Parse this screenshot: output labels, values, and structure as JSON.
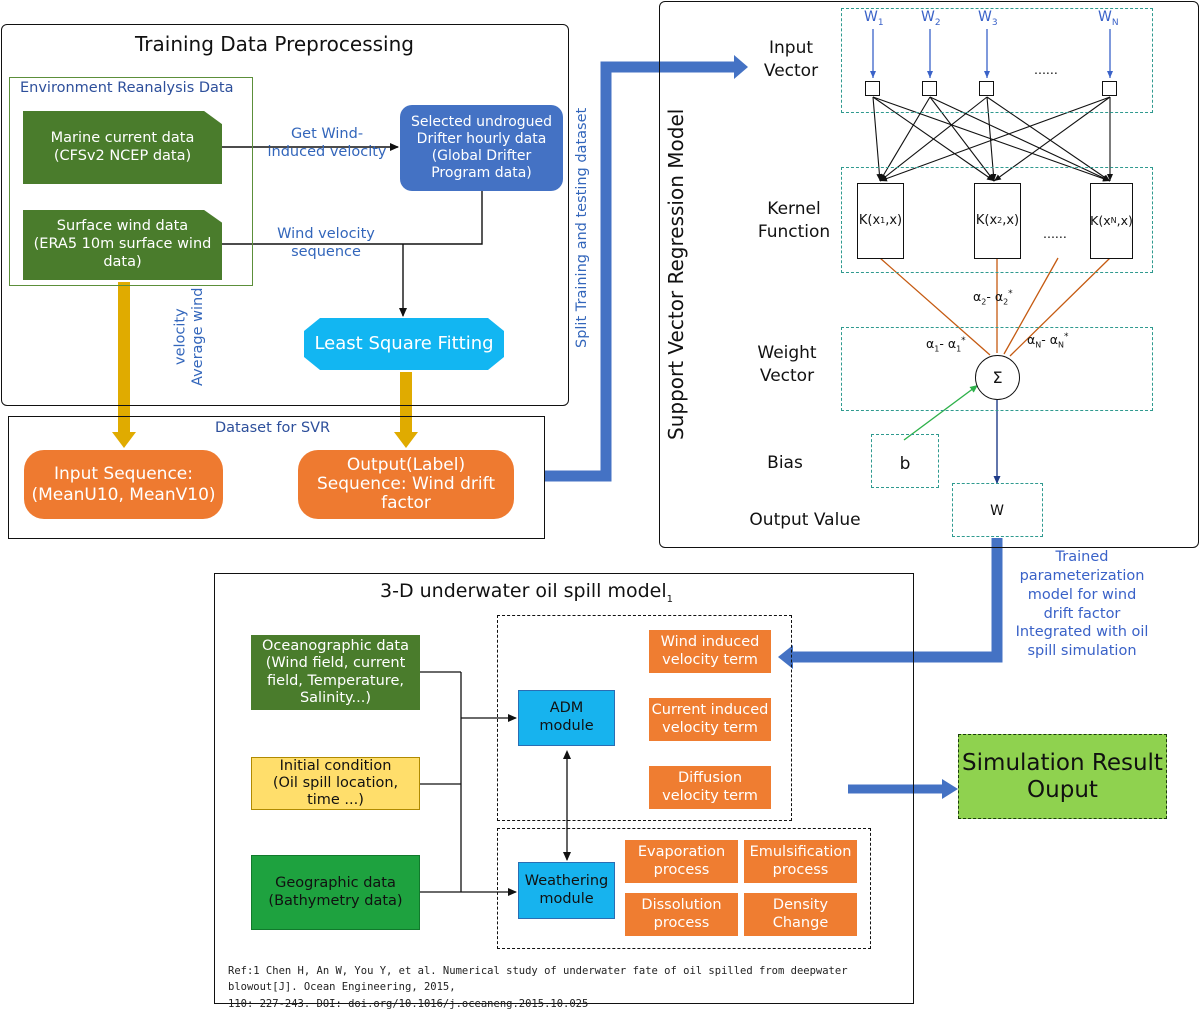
{
  "preprocess": {
    "title": "Training Data Preprocessing",
    "env_title": "Environment Reanalysis Data",
    "marine_l1": "Marine current data",
    "marine_l2": "(CFSv2 NCEP data)",
    "wind_l1": "Surface wind data",
    "wind_l2": "(ERA5 10m surface wind",
    "wind_l3": "data)",
    "get_wind_l1": "Get Wind-",
    "get_wind_l2": "induced velocity",
    "drifter_l1": "Selected undrogued",
    "drifter_l2": "Drifter hourly data",
    "drifter_l3": "(Global Drifter",
    "drifter_l4": "Program data)",
    "wind_seq_l1": "Wind velocity",
    "wind_seq_l2": "sequence",
    "lsf": "Least Square Fitting",
    "avg_wind_l1": "Average wind",
    "avg_wind_l2": "velocity"
  },
  "dataset": {
    "title": "Dataset for SVR",
    "input_l1": "Input Sequence:",
    "input_l2": "(MeanU10, MeanV10)",
    "output_l1": "Output(Label)",
    "output_l2": "Sequence: Wind drift",
    "output_l3": "factor"
  },
  "split_label": "Split Training and testing dataset",
  "svr": {
    "title": "Support Vector Regression Model",
    "input_vector_l1": "Input",
    "input_vector_l2": "Vector",
    "kernel_l1": "Kernel",
    "kernel_l2": "Function",
    "weight_l1": "Weight",
    "weight_l2": "Vector",
    "bias_label": "Bias",
    "output_label": "Output Value",
    "w_labels": [
      "W",
      "W",
      "W",
      "W"
    ],
    "w_subs": [
      "1",
      "2",
      "3",
      "N"
    ],
    "input_dots": "......",
    "kernel_text": "K(x",
    "kernel_subs": [
      "1",
      "2",
      "N"
    ],
    "kernel_suffix": ",x)",
    "kernel_dots": "......",
    "alpha_2": "α",
    "alpha_2_sub": "2",
    "alpha_2_mid": "- α",
    "alpha_2_sub2": "2",
    "alpha_1": "α",
    "alpha_1_sub": "1",
    "alpha_1_mid": "- α",
    "alpha_1_sub2": "1",
    "alpha_N": "α",
    "alpha_N_sub": "N",
    "alpha_N_mid": "- α",
    "alpha_N_sub2": "N",
    "star": "*",
    "sigma": "Σ",
    "bias": "b",
    "output": "W"
  },
  "trained_text": [
    "Trained",
    "parameterization",
    "model for wind",
    "drift factor",
    "Integrated with oil",
    "spill simulation"
  ],
  "oil": {
    "title": "3-D underwater oil spill model",
    "title_sup": "1",
    "ocean_l1": "Oceanographic data",
    "ocean_l2": "(Wind field, current",
    "ocean_l3": "field, Temperature,",
    "ocean_l4": "Salinity...)",
    "init_l1": "Initial condition",
    "init_l2": "(Oil spill location,",
    "init_l3": "time ...)",
    "geo_l1": "Geographic data",
    "geo_l2": "(Bathymetry data)",
    "adm_l1": "ADM",
    "adm_l2": "module",
    "weather_l1": "Weathering",
    "weather_l2": "module",
    "wind_term_l1": "Wind induced",
    "wind_term_l2": "velocity term",
    "current_term_l1": "Current induced",
    "current_term_l2": "velocity term",
    "diff_term_l1": "Diffusion",
    "diff_term_l2": "velocity term",
    "evap_l1": "Evaporation",
    "evap_l2": "process",
    "emul_l1": "Emulsification",
    "emul_l2": "process",
    "diss_l1": "Dissolution",
    "diss_l2": "process",
    "dens_l1": "Density",
    "dens_l2": "Change",
    "ref_l1": "Ref:1 Chen H, An W, You Y, et al. Numerical study of underwater fate of oil spilled from deepwater blowout[J]. Ocean Engineering, 2015,",
    "ref_l2": "110: 227-243. DOI: doi.org/10.1016/j.oceaneng.2015.10.025"
  },
  "result_l1": "Simulation Result",
  "result_l2": "Ouput",
  "colors": {
    "dark_green": "#4a7c2c",
    "bright_green": "#1ea23f",
    "blue": "#4472c4",
    "cyan": "#12b6f2",
    "orange": "#ef7d31",
    "yellow": "#ffde6b",
    "lime": "#8fd24f",
    "gold_arrow": "#e0ab00",
    "teal_dash": "#2f9a8f",
    "brown_line": "#c55a11",
    "green_line": "#2eb14a",
    "navy_line": "#1f3c88"
  }
}
